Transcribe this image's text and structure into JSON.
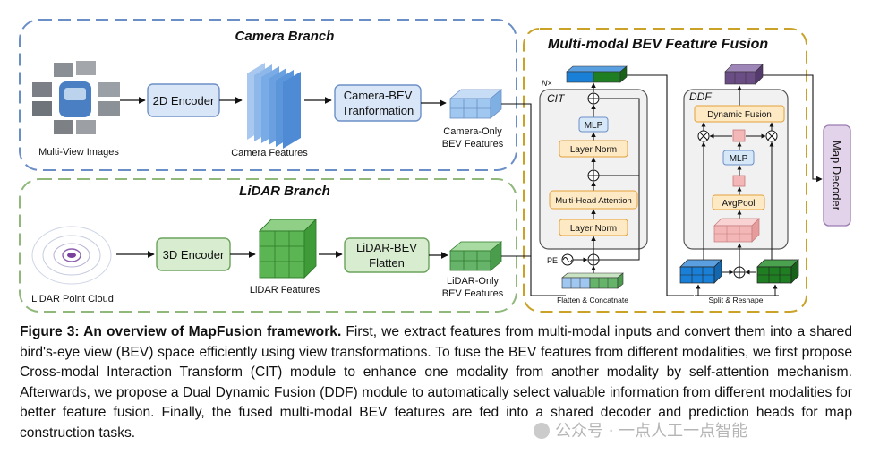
{
  "figure": {
    "camera_branch": {
      "title": "Camera Branch",
      "input_label": "Multi-View Images",
      "encoder_label": "2D Encoder",
      "features_label": "Camera Features",
      "transform_line1": "Camera-BEV",
      "transform_line2": "Tranformation",
      "bev_line1": "Camera-Only",
      "bev_line2": "BEV Features"
    },
    "lidar_branch": {
      "title": "LiDAR Branch",
      "input_label": "LiDAR Point Cloud",
      "encoder_label": "3D Encoder",
      "features_label": "LiDAR Features",
      "flatten_line1": "LiDAR-BEV",
      "flatten_line2": "Flatten",
      "bev_line1": "LiDAR-Only",
      "bev_line2": "BEV Features"
    },
    "fusion": {
      "title": "Multi-modal BEV Feature Fusion",
      "cit": {
        "title": "CIT",
        "repeat": "N×",
        "mlp": "MLP",
        "layer_norm_top": "Layer Norm",
        "attention": "Multi-Head Attention",
        "layer_norm_bottom": "Layer Norm",
        "pe": "PE",
        "flatten_concat": "Flatten & Concatnate"
      },
      "ddf": {
        "title": "DDF",
        "dynamic_fusion": "Dynamic Fusion",
        "mlp": "MLP",
        "avgpool": "AvgPool",
        "split_reshape": "Split & Reshape"
      }
    },
    "decoder_label": "Map Decoder",
    "colors": {
      "camera_dash": "#6a8fc7",
      "lidar_dash": "#8fb87a",
      "fusion_dash": "#c9a227",
      "camera_title": "#1f3f8a",
      "lidar_title": "#4d7d1e",
      "fusion_title": "#2b6e1b",
      "cam_box_fill": "#d9e6f7",
      "cam_box_stroke": "#6b8fc6",
      "lidar_box_fill": "#d8ecd0",
      "lidar_box_stroke": "#6aa35a",
      "orange_fill": "#fde9c4",
      "orange_stroke": "#e3a13b",
      "mlp_fill": "#d6e7f7",
      "decoder_fill": "#e2d3ea",
      "decoder_stroke": "#9a7bb0",
      "blue_cube": "#1a7fd6",
      "green_cube": "#1f7d22",
      "purple_cube": "#6b4d86",
      "light_blue_cube": "#9fc7ef",
      "light_green_cube": "#66b46a",
      "pink_cube": "#f4b7b7"
    }
  },
  "caption": {
    "label": "Figure 3: An overview of MapFusion framework.",
    "text": " First, we extract features from multi-modal inputs and convert them into a shared bird's-eye view (BEV) space efficiently using view transformations. To fuse the BEV features from different modalities, we first propose Cross-modal Interaction Transform (CIT) module to enhance one modality from another modality by self-attention mechanism. Afterwards, we propose a Dual Dynamic Fusion (DDF) module to automatically select valuable information from different modalities for better feature fusion. Finally, the fused multi-modal BEV features are fed into a shared decoder and prediction heads for map construction tasks."
  },
  "watermark": "公众号 · 一点人工一点智能"
}
